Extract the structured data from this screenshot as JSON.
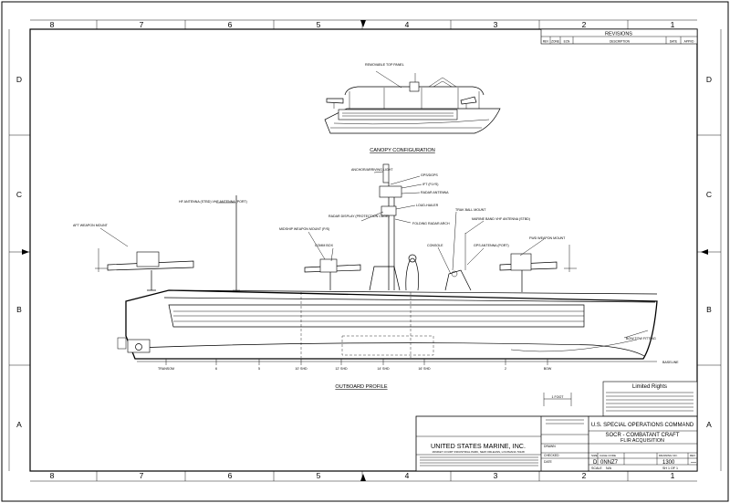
{
  "zones": {
    "cols": [
      "8",
      "7",
      "6",
      "5",
      "4",
      "3",
      "2",
      "1"
    ],
    "rows": [
      "D",
      "C",
      "B",
      "A"
    ]
  },
  "revisions": {
    "title": "REVISIONS",
    "headers": [
      "REV",
      "ZONE",
      "ECN",
      "DESCRIPTION",
      "DATE",
      "APPVD"
    ]
  },
  "views": {
    "canopy_caption": "CANOPY CONFIGURATION",
    "profile_caption": "OUTBOARD PROFILE"
  },
  "canopy_callouts": {
    "removable_top_panel": "REMOVABLE TOP PANEL"
  },
  "callouts": {
    "anchor_light": "ANCHOR/ARRIVING LIGHT",
    "gps": "GPS/DGPS",
    "ift": "IFT (FLYS)",
    "radar_antenna": "RADAR ANTENNA",
    "loud_hailer": "LOUD-HAILER",
    "radar_display": "RADAR DISPLAY (PROTECTION CAGE)",
    "folding_radar_arch": "FOLDING RADAR ARCH",
    "trak_ball": "TRAK BALL MOUNT",
    "marine_band": "MARINE BAND VHF ANTENNA (STBD)",
    "console": "CONSOLE",
    "gps_antenna": "GPS ANTENNA (PORT)",
    "hf_antenna": "HF ANTENNA (STBD) VHF ANTENNA (PORT)",
    "aft_weapon_mount": "AFT WEAPON MOUNT",
    "midship_weapon_mount": "MIDSHIP WEAPON MOUNT (P/S)",
    "comm_box": "COMM BOX",
    "fwd_weapon_mount": "FWD WEAPON MOUNT",
    "bow_tow_fitting": "BOW TOW FITTING",
    "baseline": "BASELINE"
  },
  "stations": [
    "TRANSOM",
    "6",
    "5",
    "10' SHD",
    "12' SHD",
    "14' SHD",
    "16' SHD",
    "2",
    "BOW"
  ],
  "title_block": {
    "rights_title": "Limited Rights",
    "company": "UNITED STATES MARINE, INC.",
    "company_address": "16NIKET COURT INDUSTRIAL PARK, NEW ORLEANS, LOUISIANA 70128",
    "command": "U.S. SPECIAL OPERATIONS COMMAND",
    "drawing_title_1": "SOCR - COMBATANT CRAFT",
    "drawing_title_2": "FLIR ACQUISITION",
    "fields": {
      "size_label": "SIZE",
      "size": "D",
      "cage_label": "CAGE CODE",
      "cage": "0NNZ7",
      "dwg_no_label": "DRAWING NO.",
      "dwg_no": "1300",
      "rev_label": "REV",
      "rev": "—",
      "scale_label": "SCALE",
      "scale": "N/A",
      "sheet": "SH 1 OF 1"
    },
    "sign_rows": [
      "DRAWN",
      "CHECKED",
      "DATE"
    ],
    "scale_key": "1 FOOT"
  }
}
